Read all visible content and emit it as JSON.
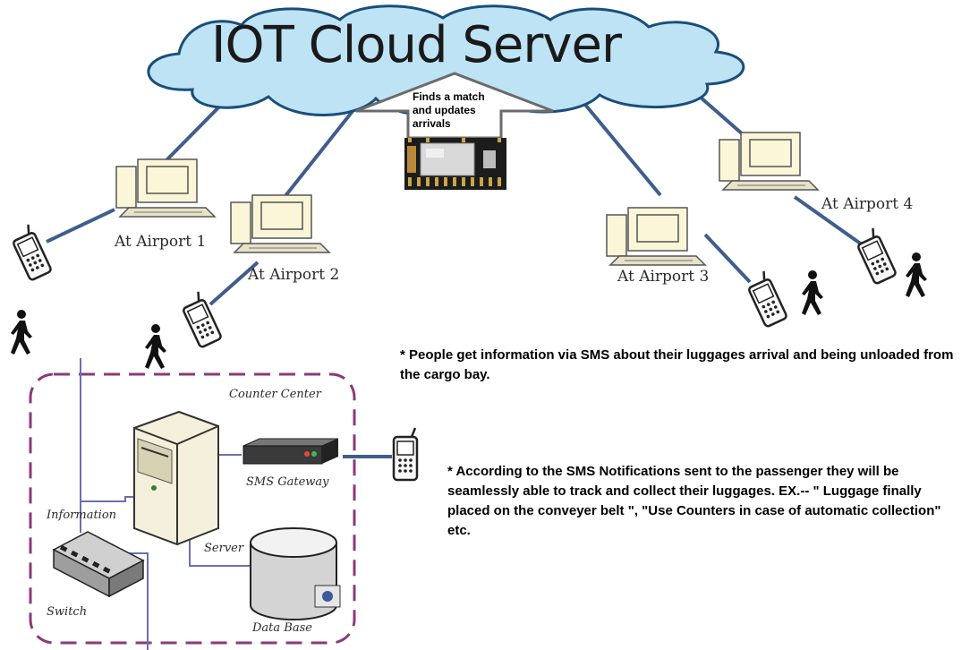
{
  "cloud": {
    "title": "IOT Cloud Server"
  },
  "match_note": {
    "line1": "Finds a match",
    "line2": "and updates",
    "line3": "arrivals"
  },
  "airports": [
    {
      "label": "At Airport 1"
    },
    {
      "label": "At Airport 2"
    },
    {
      "label": "At Airport 3"
    },
    {
      "label": "At Airport 4"
    }
  ],
  "counter_center": {
    "title": "Counter Center",
    "sms_gateway": "SMS Gateway",
    "information": "Information",
    "server": "Server",
    "switch": "Switch",
    "database": "Data Base"
  },
  "notes": {
    "sms_info": "* People get information via SMS about their luggages arrival and being unloaded from the cargo bay.",
    "notifications": "* According to the SMS Notifications sent to the passenger they will be seamlessly able to track and collect their luggages. EX.-- \" Luggage finally placed on the conveyer belt \", \"Use Counters in case of automatic collection\" etc."
  },
  "colors": {
    "link_line": "#3f5e8c",
    "counter_border": "#8a3a7a",
    "cloud_fill": "#bde3f5",
    "cloud_stroke": "#1a4e7a"
  }
}
